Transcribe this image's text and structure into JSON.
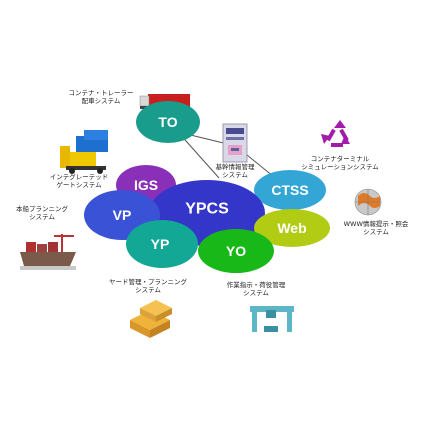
{
  "nodes": {
    "to": {
      "label": "TO",
      "color": "#1a9c8c"
    },
    "igs": {
      "label": "IGS",
      "color": "#8a2fb8"
    },
    "vp": {
      "label": "VP",
      "color": "#3a52d6"
    },
    "ypcs": {
      "label": "YPCS",
      "color": "#3436c9"
    },
    "ctss": {
      "label": "CTSS",
      "color": "#33a6d6"
    },
    "web": {
      "label": "Web",
      "color": "#b2cc14"
    },
    "yp": {
      "label": "YP",
      "color": "#13a895"
    },
    "yo": {
      "label": "YO",
      "color": "#19b819"
    }
  },
  "labels": {
    "trailer": "コンテナ・トレーラー\n配車システム",
    "integrated": "インテグレーテッド\nゲートシステム",
    "vessel": "本船プランニング\nシステム",
    "core": "基幹情報管理\nシステム",
    "terminal_sim": "コンテナターミナル\nシミュレーションシステム",
    "www": "WWW情報提示・照会\nシステム",
    "yard_plan": "ヤード管理・プランニング\nシステム",
    "work_instr": "作業指示・荷役管理\nシステム"
  },
  "icons": {
    "trailer": "truck-trailer-icon",
    "integrated": "forklift-truck-icon",
    "vessel": "container-ship-icon",
    "core": "server-computer-icon",
    "terminal_sim": "recycle-arrows-icon",
    "www": "globe-network-icon",
    "yard_plan": "stacked-containers-icon",
    "work_instr": "gantry-crane-icon"
  }
}
